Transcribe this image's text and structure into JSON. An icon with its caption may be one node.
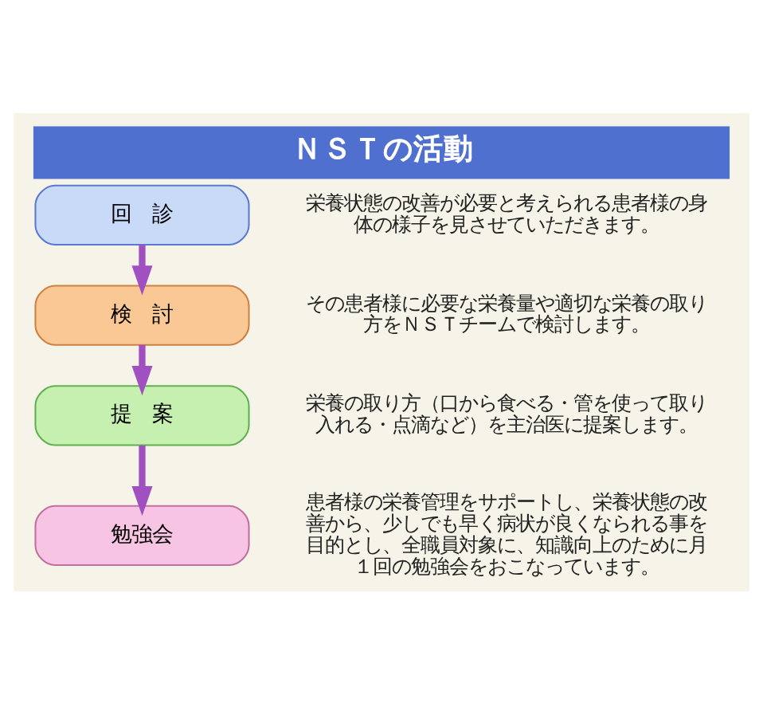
{
  "diagram": {
    "title": "ＮＳＴの活動",
    "nodes": [
      {
        "text": [
          "回　診"
        ],
        "beside": [
          "栄養状態の改善が必要と考えられる患者様の身体の様子を見させていただきます。"
        ]
      },
      {
        "text": [
          "検　討"
        ],
        "beside": [
          "その患者様に必要な栄養量や適切な栄養の取り方をＮＳＴチームで検討します。"
        ]
      },
      {
        "text": [
          "提　案"
        ],
        "beside": [
          "栄養の取り方（口から食べる・管を使って取り入れる・点滴など）を主治医に提案します。"
        ]
      },
      {
        "text": [
          "勉強会"
        ],
        "beside": [
          "患者様の栄養管理をサポートし、栄養状態の改善から、少しでも早く病状が良くなられる事を目的とし、全職員対象に、知識向上のために月１回の勉強会をおこなっています。"
        ]
      }
    ],
    "edges": [
      {
        "from": 0,
        "to": 1,
        "arrow": "to"
      },
      {
        "from": 1,
        "to": 2,
        "arrow": "to"
      },
      {
        "from": 2,
        "to": 3,
        "arrow": "to"
      }
    ]
  }
}
